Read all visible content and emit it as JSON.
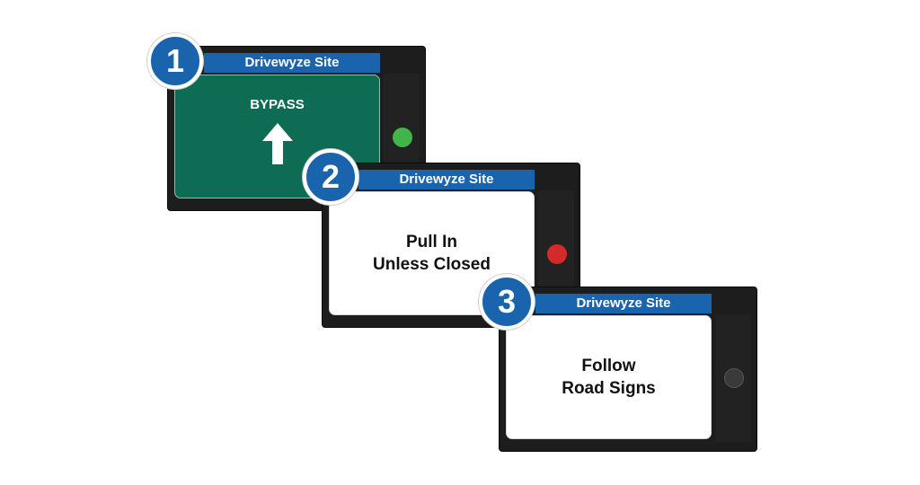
{
  "colors": {
    "title_bar": "#1a64ad",
    "badge": "#1a64ad",
    "bypass_screen": "#0e6c55",
    "device_body": "#1d1d1d"
  },
  "steps": [
    {
      "number": "1",
      "title": "Drivewyze Site",
      "screen_text": "BYPASS",
      "icon": "up-arrow-icon",
      "indicator": "green"
    },
    {
      "number": "2",
      "title": "Drivewyze Site",
      "screen_text": "Pull In\nUnless Closed",
      "indicator": "red"
    },
    {
      "number": "3",
      "title": "Drivewyze Site",
      "screen_text": "Follow\nRoad Signs",
      "indicator": "gray"
    }
  ]
}
